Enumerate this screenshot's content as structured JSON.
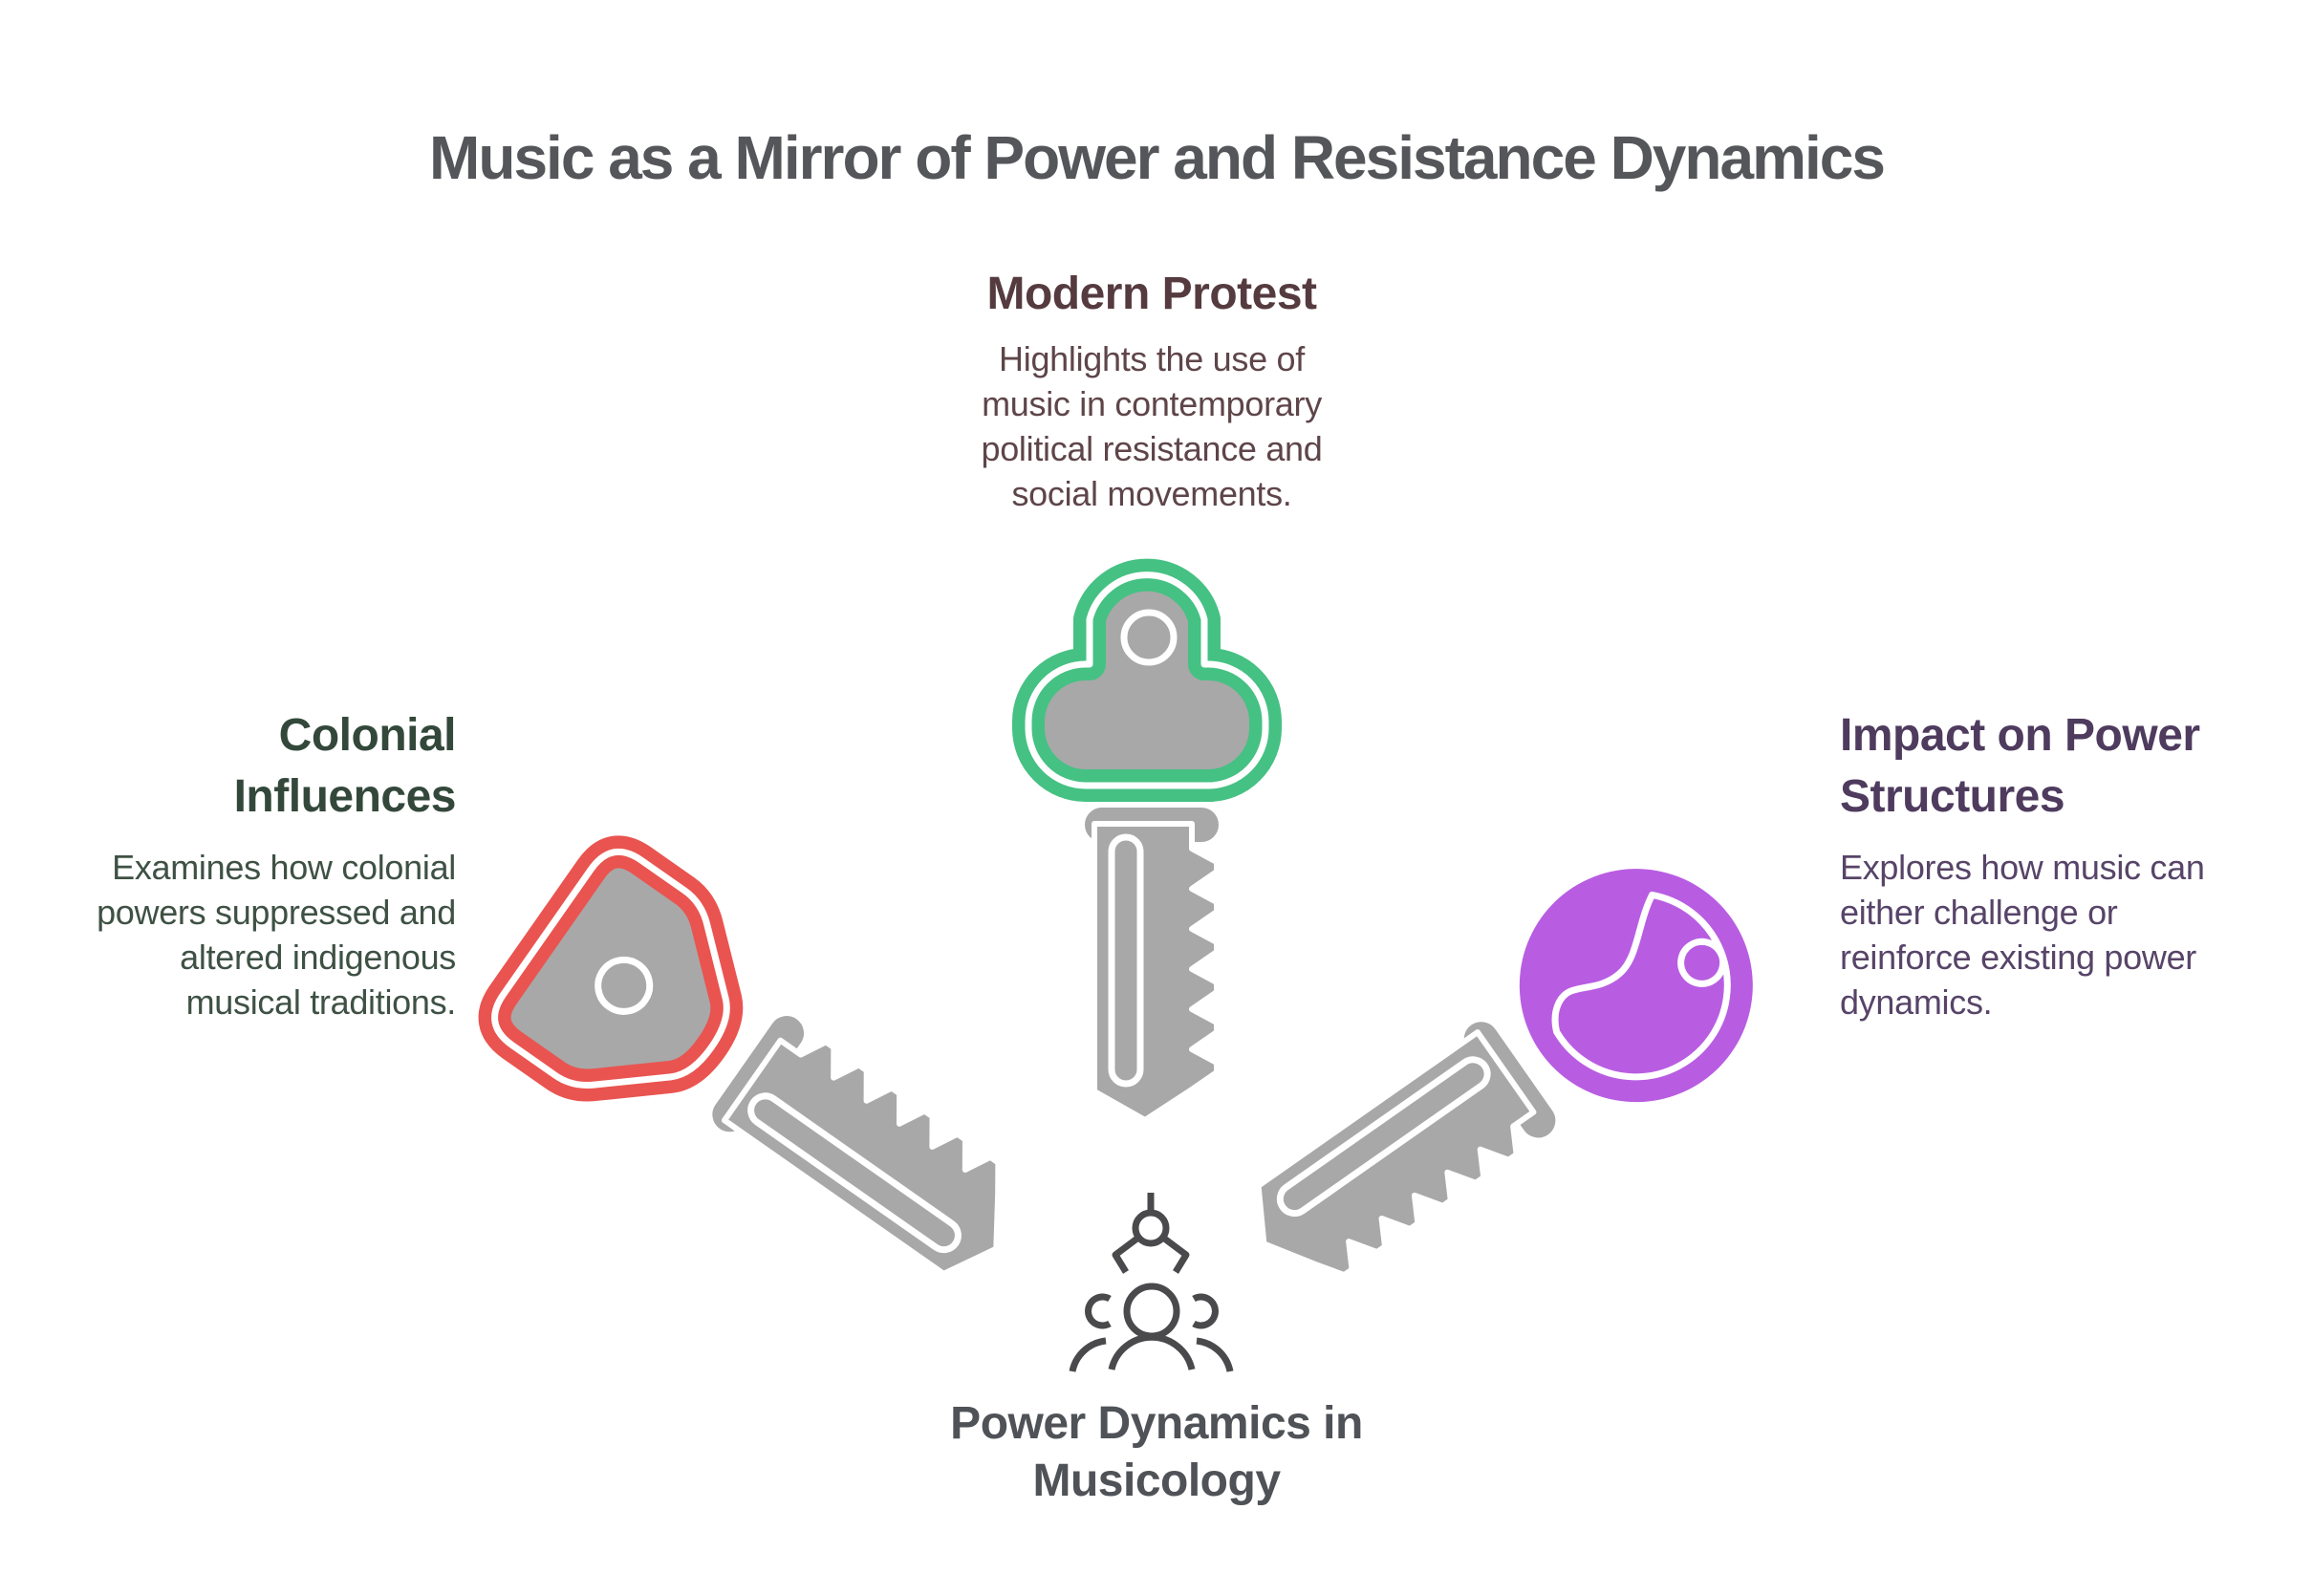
{
  "title": "Music as a Mirror of Power and Resistance Dynamics",
  "sections": {
    "top": {
      "heading": "Modern Protest",
      "body_lines": [
        "Highlights the use of",
        "music in contemporary",
        "political resistance and",
        "social movements."
      ],
      "key_icon": "green-cloud-key-icon",
      "accent_color": "#45c183"
    },
    "left": {
      "heading_lines": [
        "Colonial",
        "Influences"
      ],
      "body_lines": [
        "Examines how colonial",
        "powers suppressed and",
        "altered indigenous",
        "musical traditions."
      ],
      "key_icon": "red-pentagon-key-icon",
      "accent_color": "#e95450"
    },
    "right": {
      "heading_lines": [
        "Impact on Power",
        "Structures"
      ],
      "body_lines": [
        "Explores how music can",
        "either challenge or",
        "reinforce existing power",
        "dynamics."
      ],
      "key_icon": "purple-circle-key-icon",
      "accent_color": "#b85de2"
    }
  },
  "center": {
    "icon": "claw-over-people-icon",
    "label_lines": [
      "Power Dynamics in",
      "Musicology"
    ]
  },
  "colors": {
    "background": "#ffffff",
    "title_text": "#54565a",
    "key_gray": "#a8a8a8",
    "green": "#45c183",
    "red": "#e95450",
    "purple": "#b85de2",
    "top_text": "#553b3f",
    "left_text": "#33483b",
    "right_text": "#4e3b5e",
    "center_text": "#4f5257",
    "icon_stroke": "#4a4a4d"
  }
}
